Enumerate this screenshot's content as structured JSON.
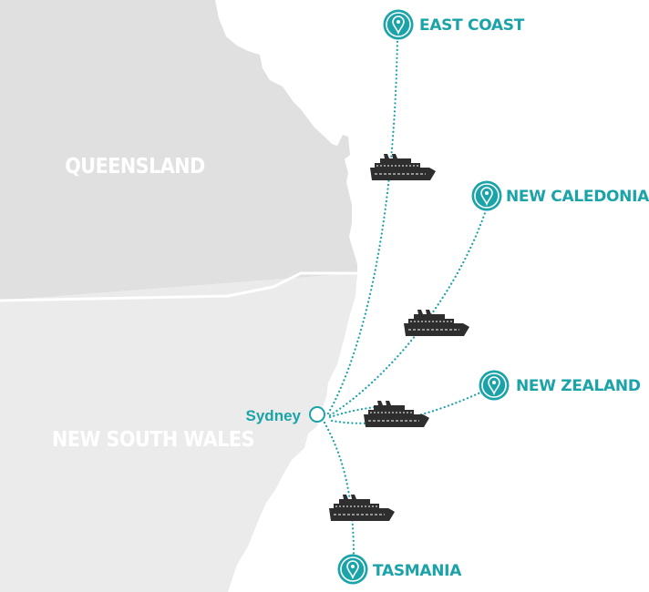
{
  "colors": {
    "accent": "#1aa3a8",
    "land_qld": "#e0e0e0",
    "land_nsw": "#ebebeb",
    "sea": "#ffffff",
    "ship": "#2e2e2e"
  },
  "regions": {
    "queensland": "QUEENSLAND",
    "new_south_wales": "NEW SOUTH WALES"
  },
  "origin": {
    "name": "Sydney"
  },
  "destinations": [
    {
      "name": "EAST COAST",
      "icon": "map-pin-icon"
    },
    {
      "name": "NEW CALEDONIA",
      "icon": "map-pin-icon"
    },
    {
      "name": "NEW ZEALAND",
      "icon": "map-pin-icon"
    },
    {
      "name": "TASMANIA",
      "icon": "map-pin-icon"
    }
  ],
  "ship_icon": "cruise-ship-icon"
}
